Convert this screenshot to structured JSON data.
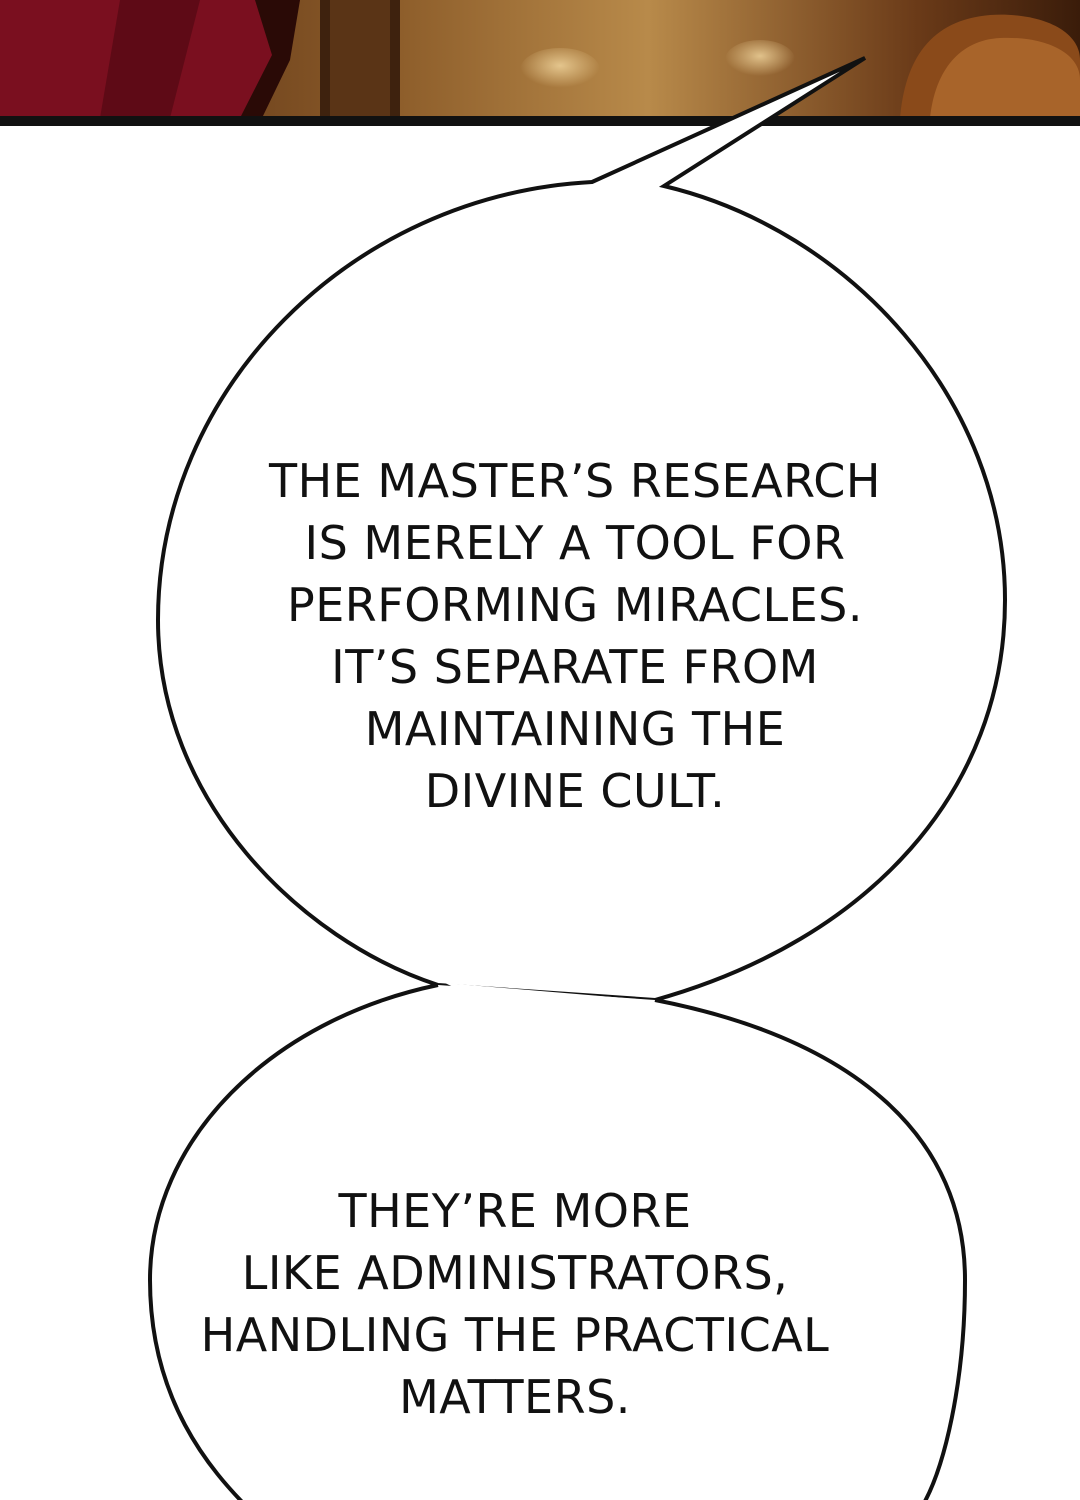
{
  "bubbles": [
    {
      "lines": [
        "THE MASTER’S RESEARCH",
        "IS MERELY A TOOL FOR",
        "PERFORMING MIRACLES.",
        "IT’S SEPARATE FROM",
        "MAINTAINING THE",
        "DIVINE CULT."
      ]
    },
    {
      "lines": [
        "THEY’RE MORE",
        "LIKE ADMINISTRATORS,",
        "HANDLING THE PRACTICAL",
        "MATTERS."
      ]
    }
  ],
  "colors": {
    "ink": "#111111",
    "panel_dark": "#3a1c0c",
    "panel_red": "#7a0f1f",
    "panel_gold": "#b57a2a"
  }
}
